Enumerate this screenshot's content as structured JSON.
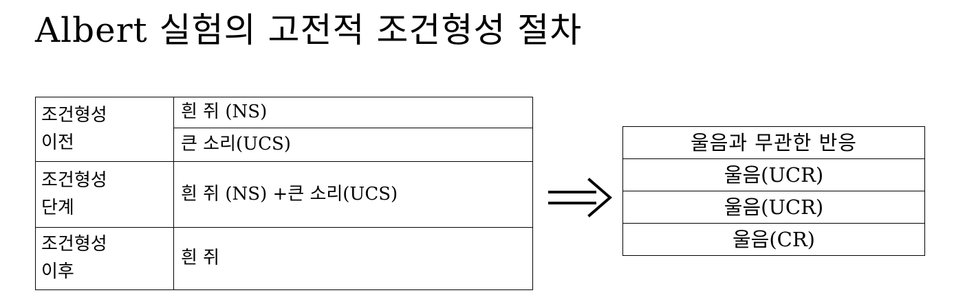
{
  "page": {
    "title": "Albert 실험의 고전적 조건형성 절차",
    "background_color": "#ffffff",
    "text_color": "#000000",
    "border_color": "#000000"
  },
  "procedure_table": {
    "rows": [
      {
        "stage_line1": "조건형성",
        "stage_line2": "이전",
        "events": [
          "흰 쥐 (NS)",
          "큰 소리(UCS)"
        ]
      },
      {
        "stage_line1": "조건형성",
        "stage_line2": "단계",
        "events": [
          "흰 쥐 (NS) +큰 소리(UCS)"
        ]
      },
      {
        "stage_line1": "조건형성",
        "stage_line2": "이후",
        "events": [
          "흰 쥐"
        ]
      }
    ]
  },
  "arrow": {
    "icon": "double-right-arrow-icon",
    "glyph": "⟹"
  },
  "response_table": {
    "header": "울음과 무관한 반응",
    "rows": [
      "울음(UCR)",
      "울음(UCR)",
      "울음(CR)"
    ]
  }
}
